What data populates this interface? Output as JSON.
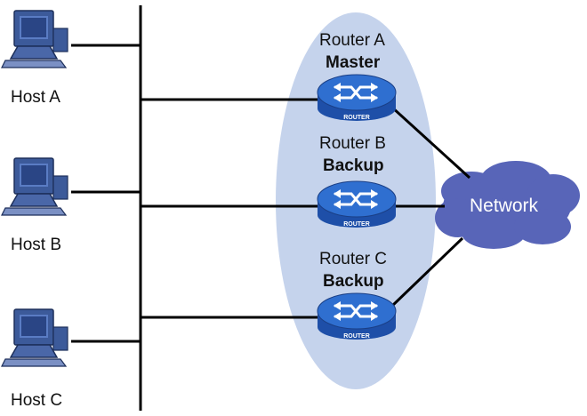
{
  "hosts": [
    {
      "label": "Host A"
    },
    {
      "label": "Host B"
    },
    {
      "label": "Host C"
    }
  ],
  "routers": [
    {
      "name": "Router A",
      "role": "Master",
      "badge": "ROUTER"
    },
    {
      "name": "Router B",
      "role": "Backup",
      "badge": "ROUTER"
    },
    {
      "name": "Router C",
      "role": "Backup",
      "badge": "ROUTER"
    }
  ],
  "network": {
    "label": "Network"
  },
  "colors": {
    "router_body": "#1e4fa8",
    "router_top": "#2f6fd0",
    "group_ellipse": "#c5d3ec",
    "cloud": "#5865b8",
    "line": "#000000",
    "monitor": "#3c5a9a"
  }
}
